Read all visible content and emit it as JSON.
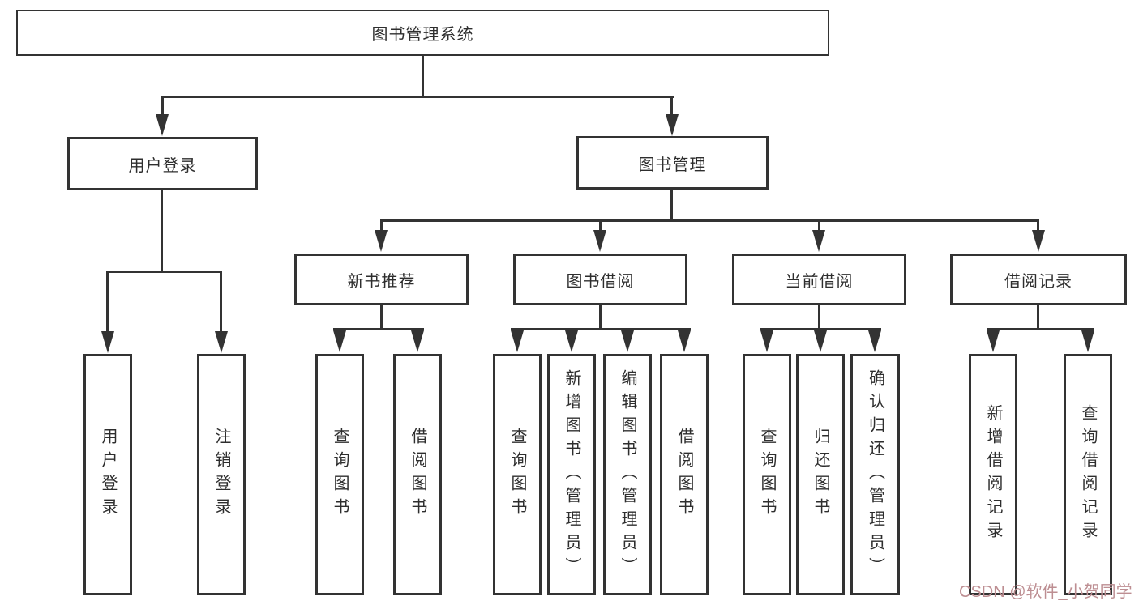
{
  "colors": {
    "line": "#333333",
    "text": "#2e2e2e",
    "watermark": "#bd8e92",
    "background": "#ffffff"
  },
  "tree": {
    "root": {
      "label": "图书管理系统"
    },
    "branches": {
      "user_login": {
        "label": "用户登录",
        "children": [
          "用户登录",
          "注销登录"
        ]
      },
      "book_mgmt": {
        "label": "图书管理",
        "sections": {
          "new_book_rec": {
            "label": "新书推荐",
            "children": [
              "查询图书",
              "借阅图书"
            ]
          },
          "book_borrowing": {
            "label": "图书借阅",
            "children": [
              "查询图书",
              "新增图书（管理员）",
              "编辑图书（管理员）",
              "借阅图书"
            ]
          },
          "current_borrowing": {
            "label": "当前借阅",
            "children": [
              "查询图书",
              "归还图书",
              "确认归还（管理员）"
            ]
          },
          "borrow_records": {
            "label": "借阅记录",
            "children": [
              "新增借阅记录",
              "查询借阅记录"
            ]
          }
        }
      }
    }
  },
  "watermark": {
    "text": "CSDN @软件_小贺同学"
  }
}
